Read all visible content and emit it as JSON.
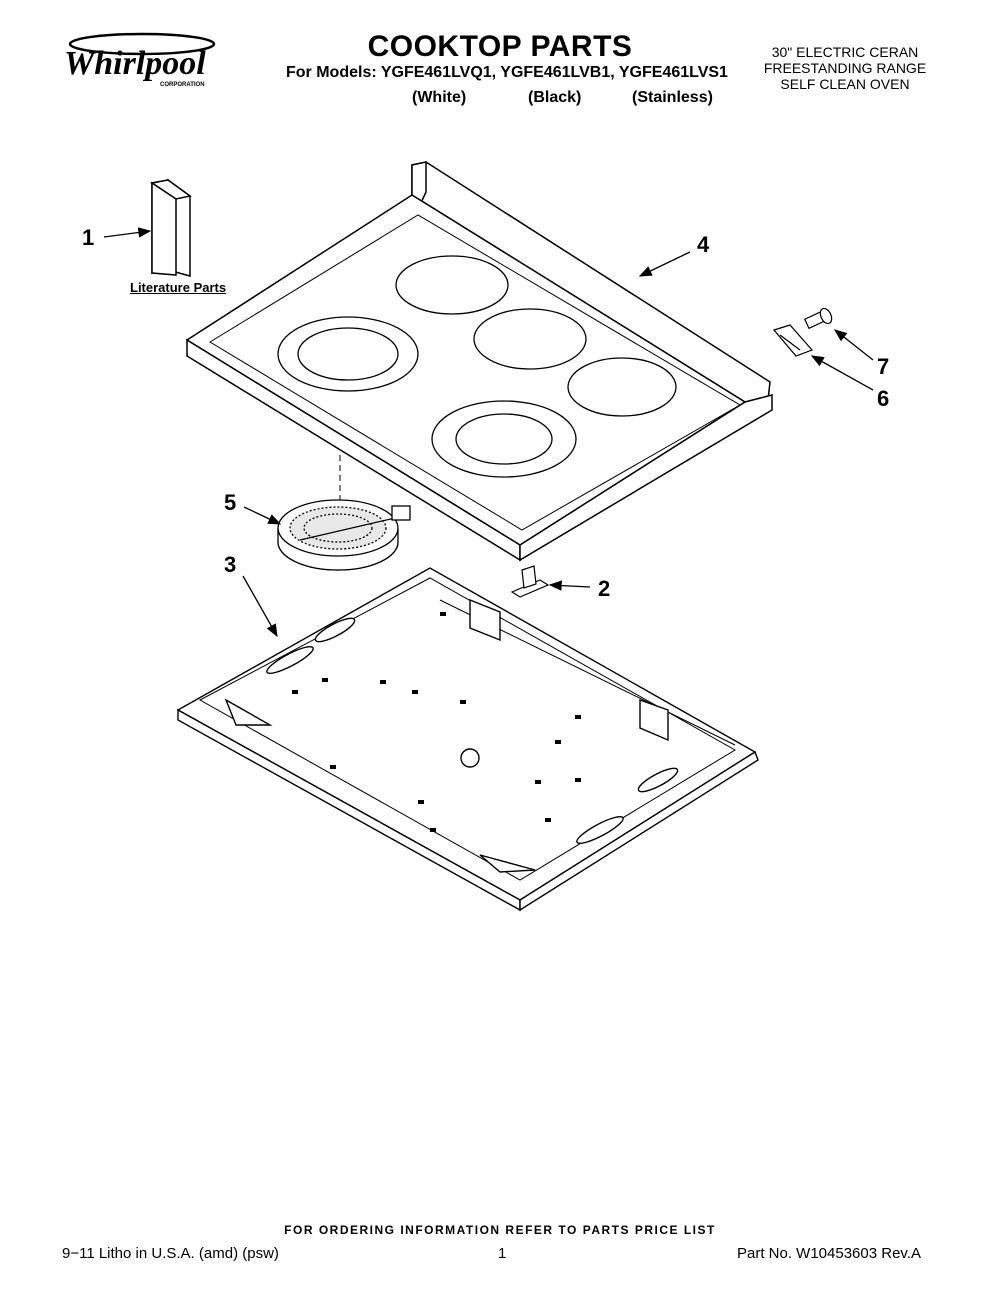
{
  "brand": {
    "name": "Whirlpool",
    "subtitle": "CORPORATION"
  },
  "header": {
    "title": "COOKTOP PARTS",
    "models_line": "For Models: YGFE461LVQ1, YGFE461LVB1, YGFE461LVS1",
    "colors": [
      "(White)",
      "(Black)",
      "(Stainless)"
    ],
    "spec": [
      "30\" ELECTRIC CERAN",
      "FREESTANDING RANGE",
      "SELF CLEAN OVEN"
    ]
  },
  "diagram": {
    "literature_label": "Literature Parts",
    "callouts": [
      "1",
      "2",
      "3",
      "4",
      "5",
      "6",
      "7"
    ]
  },
  "footer": {
    "order_note": "FOR ORDERING INFORMATION REFER TO PARTS PRICE LIST",
    "litho": "9−11 Litho in U.S.A. (amd) (psw)",
    "page": "1",
    "part_no": "Part No. W10453603 Rev.A"
  },
  "colors": {
    "ink": "#000000",
    "background": "#ffffff"
  }
}
